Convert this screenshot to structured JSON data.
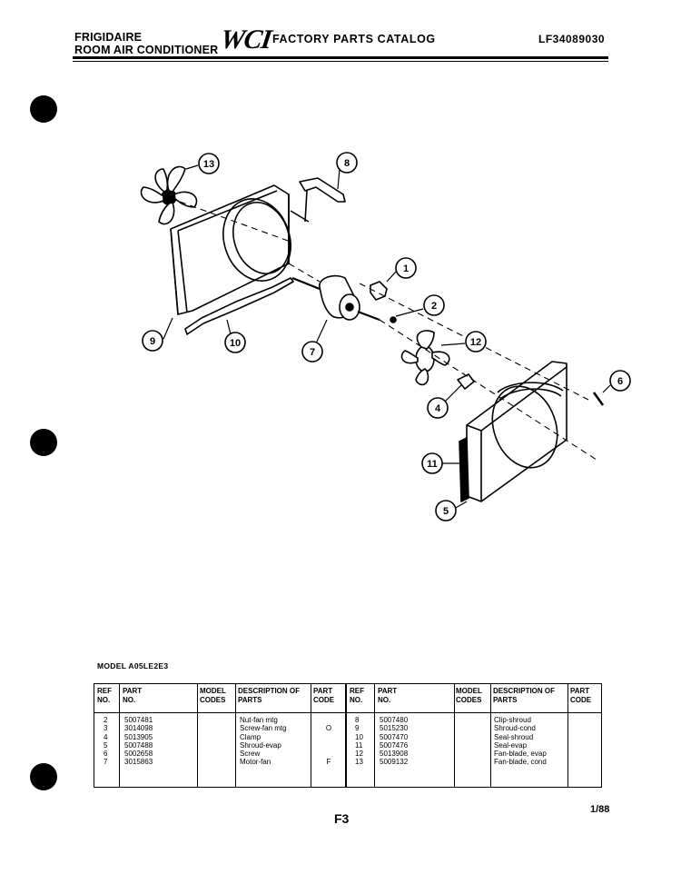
{
  "header": {
    "brand": "FRIGIDAIRE",
    "product": "ROOM AIR CONDITIONER",
    "logo": "WCI",
    "catalog": "FACTORY PARTS CATALOG",
    "catalog_number": "LF34089030"
  },
  "diagram": {
    "callouts": [
      "13",
      "8",
      "1",
      "2",
      "12",
      "9",
      "10",
      "7",
      "4",
      "6",
      "11",
      "5"
    ]
  },
  "model_label": "MODEL A05LE2E3",
  "parts_table": {
    "headers": {
      "ref_no": "REF NO.",
      "part_no": "PART NO.",
      "model_codes": "MODEL CODES",
      "description": "DESCRIPTION OF PARTS",
      "part_code": "PART CODE"
    },
    "left": [
      {
        "ref": "2",
        "part": "5007481",
        "model_codes": "",
        "desc": "Nut-fan mtg",
        "code": ""
      },
      {
        "ref": "3",
        "part": "3014098",
        "model_codes": "",
        "desc": "Screw-fan mtg",
        "code": "O"
      },
      {
        "ref": "4",
        "part": "5013905",
        "model_codes": "",
        "desc": "Clamp",
        "code": ""
      },
      {
        "ref": "5",
        "part": "5007488",
        "model_codes": "",
        "desc": "Shroud-evap",
        "code": ""
      },
      {
        "ref": "6",
        "part": "5002658",
        "model_codes": "",
        "desc": "Screw",
        "code": ""
      },
      {
        "ref": "7",
        "part": "3015863",
        "model_codes": "",
        "desc": "Motor-fan",
        "code": "F"
      }
    ],
    "right": [
      {
        "ref": "8",
        "part": "5007480",
        "model_codes": "",
        "desc": "Clip-shroud",
        "code": ""
      },
      {
        "ref": "9",
        "part": "5015230",
        "model_codes": "",
        "desc": "Shroud-cond",
        "code": ""
      },
      {
        "ref": "10",
        "part": "5007470",
        "model_codes": "",
        "desc": "Seal-shroud",
        "code": ""
      },
      {
        "ref": "11",
        "part": "5007476",
        "model_codes": "",
        "desc": "Seal-evap",
        "code": ""
      },
      {
        "ref": "12",
        "part": "5013908",
        "model_codes": "",
        "desc": "Fan-blade, evap",
        "code": ""
      },
      {
        "ref": "13",
        "part": "5009132",
        "model_codes": "",
        "desc": "Fan-blade, cond",
        "code": ""
      }
    ]
  },
  "footer": {
    "page": "F3",
    "date": "1/88"
  }
}
